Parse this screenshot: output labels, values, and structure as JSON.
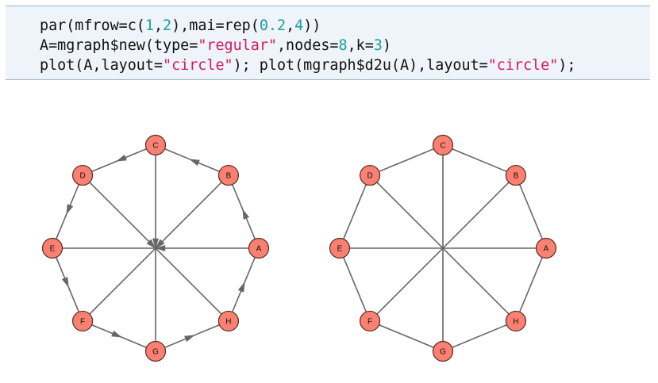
{
  "code": {
    "lines": [
      [
        {
          "t": "par(mfrow=c(",
          "k": "plain"
        },
        {
          "t": "1",
          "k": "num"
        },
        {
          "t": ",",
          "k": "plain"
        },
        {
          "t": "2",
          "k": "num"
        },
        {
          "t": "),mai=rep(",
          "k": "plain"
        },
        {
          "t": "0.2",
          "k": "num"
        },
        {
          "t": ",",
          "k": "plain"
        },
        {
          "t": "4",
          "k": "num"
        },
        {
          "t": "))",
          "k": "plain"
        }
      ],
      [
        {
          "t": "A=mgraph$new(type=",
          "k": "plain"
        },
        {
          "t": "\"regular\"",
          "k": "str"
        },
        {
          "t": ",nodes=",
          "k": "plain"
        },
        {
          "t": "8",
          "k": "num"
        },
        {
          "t": ",k=",
          "k": "plain"
        },
        {
          "t": "3",
          "k": "num"
        },
        {
          "t": ")",
          "k": "plain"
        }
      ],
      [
        {
          "t": "plot(A,layout=",
          "k": "plain"
        },
        {
          "t": "\"circle\"",
          "k": "str"
        },
        {
          "t": "); plot(mgraph$d2u(A),layout=",
          "k": "plain"
        },
        {
          "t": "\"circle\"",
          "k": "str"
        },
        {
          "t": ");",
          "k": "plain"
        }
      ]
    ]
  },
  "colors": {
    "node_fill": "#fa8072",
    "node_stroke": "#5a2a24",
    "edge": "#666666",
    "label": "#111111"
  },
  "graphs": [
    {
      "name": "directed-graph",
      "directed": true,
      "nodes": [
        "A",
        "B",
        "C",
        "D",
        "E",
        "F",
        "G",
        "H"
      ],
      "edges": [
        [
          "A",
          "B"
        ],
        [
          "B",
          "C"
        ],
        [
          "C",
          "D"
        ],
        [
          "D",
          "E"
        ],
        [
          "E",
          "F"
        ],
        [
          "F",
          "G"
        ],
        [
          "G",
          "H"
        ],
        [
          "H",
          "A"
        ],
        [
          "A",
          "E"
        ],
        [
          "B",
          "F"
        ],
        [
          "C",
          "G"
        ],
        [
          "D",
          "H"
        ]
      ]
    },
    {
      "name": "undirected-graph",
      "directed": false,
      "nodes": [
        "A",
        "B",
        "C",
        "D",
        "E",
        "F",
        "G",
        "H"
      ],
      "edges": [
        [
          "A",
          "B"
        ],
        [
          "B",
          "C"
        ],
        [
          "C",
          "D"
        ],
        [
          "D",
          "E"
        ],
        [
          "E",
          "F"
        ],
        [
          "F",
          "G"
        ],
        [
          "G",
          "H"
        ],
        [
          "H",
          "A"
        ],
        [
          "A",
          "E"
        ],
        [
          "B",
          "F"
        ],
        [
          "C",
          "G"
        ],
        [
          "D",
          "H"
        ]
      ]
    }
  ]
}
